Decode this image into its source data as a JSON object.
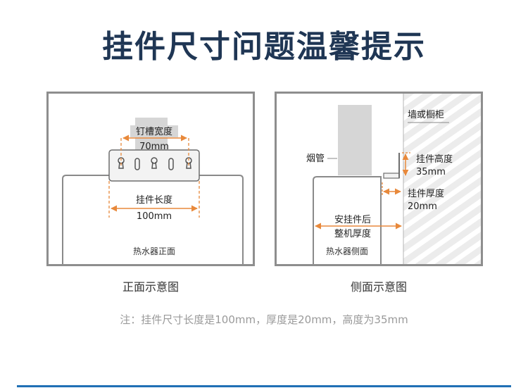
{
  "title": "挂件尺寸问题温馨提示",
  "front": {
    "slot_label_1": "钉槽宽度",
    "slot_label_2": "70mm",
    "length_label_1": "挂件长度",
    "length_label_2": "100mm",
    "heater_label": "热水器正面",
    "caption": "正面示意图"
  },
  "side": {
    "wall_label": "墙或橱柜",
    "pipe_label": "烟管",
    "height_label_1": "挂件高度",
    "height_label_2": "35mm",
    "thickness_label_1": "挂件厚度",
    "thickness_label_2": "20mm",
    "depth_label_1": "安挂件后",
    "depth_label_2": "整机厚度",
    "heater_label": "热水器侧面",
    "caption": "侧面示意图"
  },
  "note": "注：挂件尺寸长度是100mm，厚度是20mm，高度为35mm",
  "colors": {
    "title": "#1f3654",
    "dimension": "#e8893b",
    "frame": "#8e8e8e",
    "accent_line": "#1f6fb5"
  }
}
